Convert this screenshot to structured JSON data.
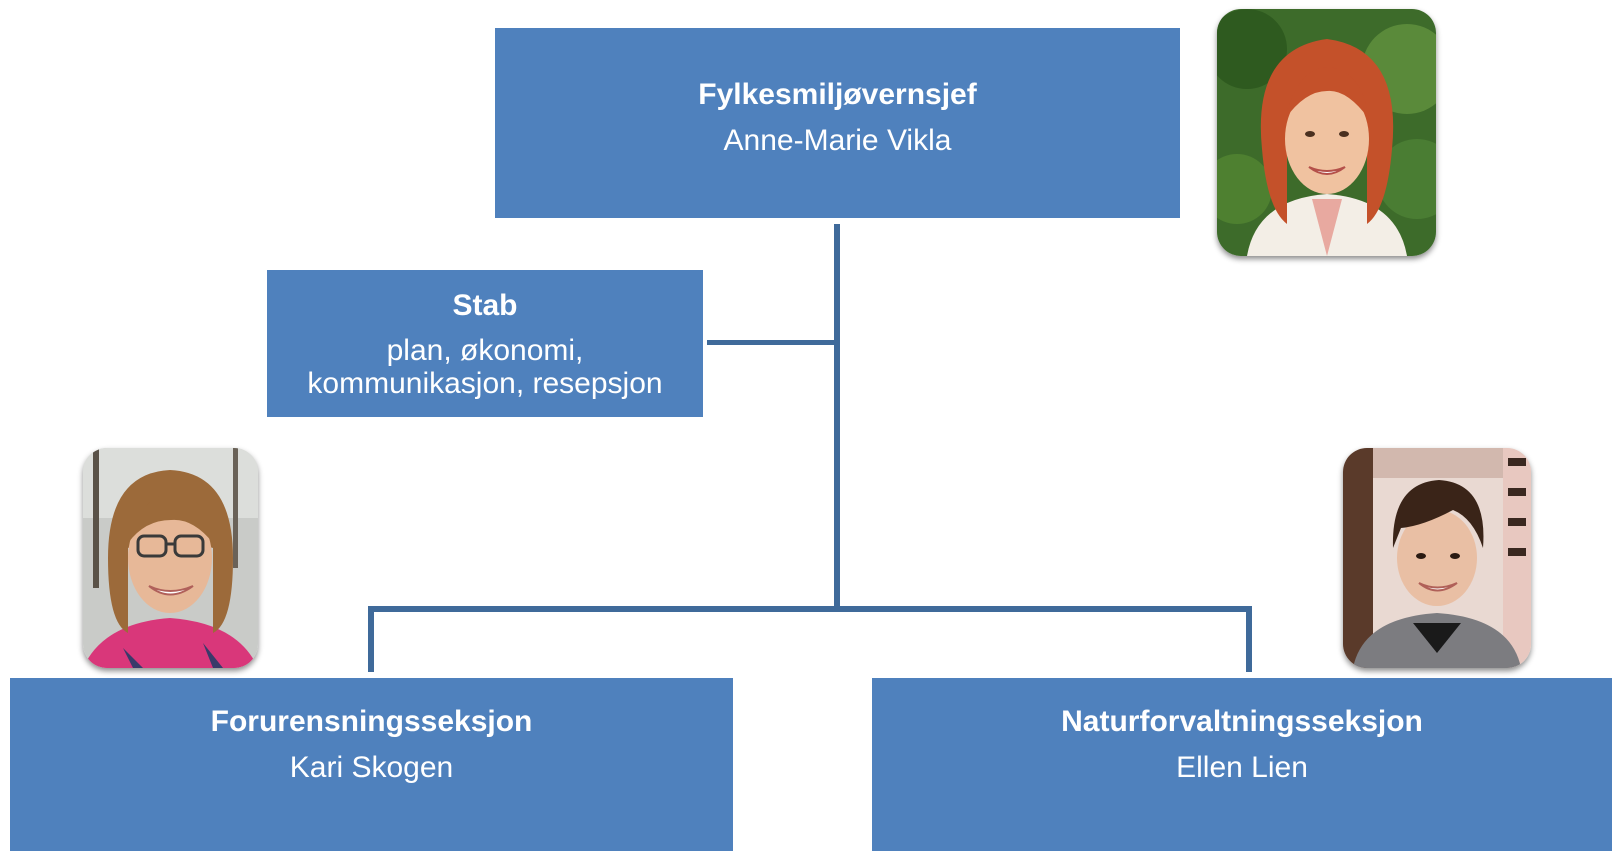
{
  "chart": {
    "top": {
      "title": "Fylkesmiljøvernsjef",
      "name": "Anne-Marie Vikla"
    },
    "staff": {
      "title": "Stab",
      "description_line1": "plan, økonomi,",
      "description_line2": "kommunikasjon, resepsjon"
    },
    "sections": [
      {
        "title": "Forurensningsseksjon",
        "name": "Kari Skogen"
      },
      {
        "title": "Naturforvaltningsseksjon",
        "name": "Ellen Lien"
      }
    ]
  },
  "colors": {
    "box_fill": "#4f81bd",
    "box_text": "#ffffff",
    "connector": "#3f6a9a"
  }
}
